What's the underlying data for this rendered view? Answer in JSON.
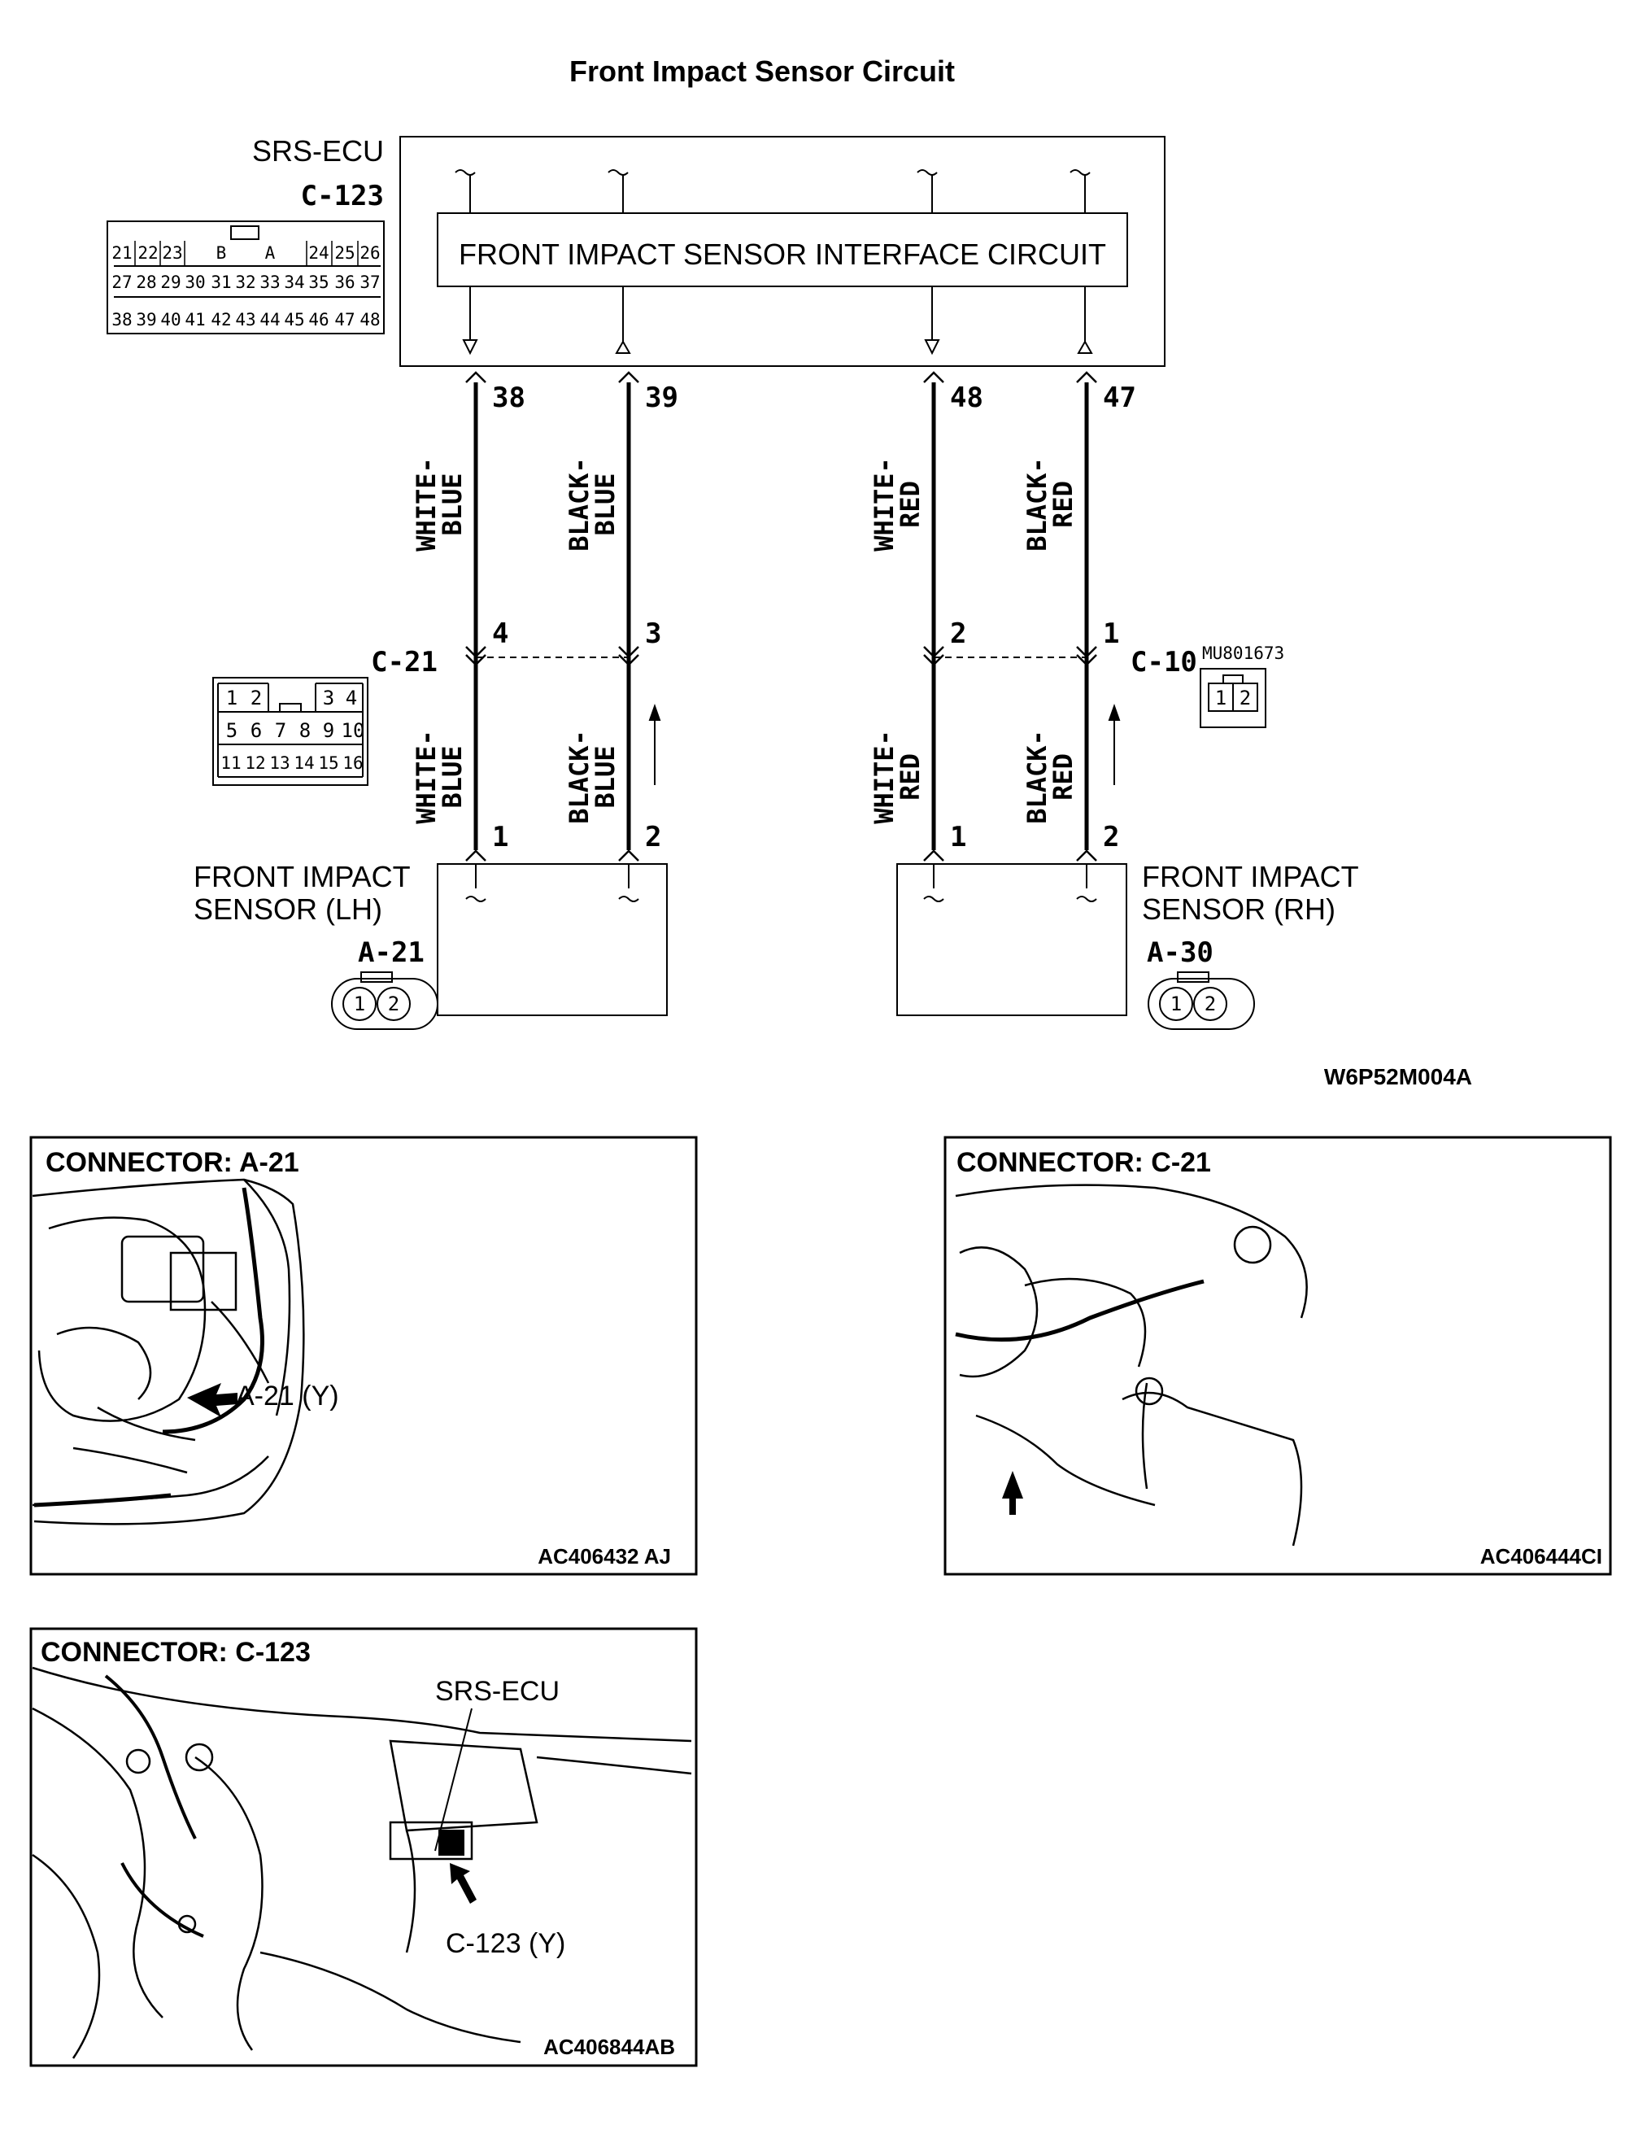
{
  "title": "Front Impact Sensor Circuit",
  "ecu": {
    "name": "SRS-ECU",
    "connector": "C-123",
    "interface_label": "FRONT IMPACT SENSOR INTERFACE CIRCUIT",
    "connector_cavities": {
      "row1": [
        "21",
        "22",
        "23",
        "B",
        "A",
        "24",
        "25",
        "26"
      ],
      "row2": [
        "27",
        "28",
        "29",
        "30",
        "31",
        "32",
        "33",
        "34",
        "35",
        "36",
        "37"
      ],
      "row3": [
        "38",
        "39",
        "40",
        "41",
        "42",
        "43",
        "44",
        "45",
        "46",
        "47",
        "48"
      ]
    }
  },
  "wires": [
    {
      "ecu_pin": "38",
      "color_upper": [
        "WHITE-",
        "BLUE"
      ],
      "junction_pin": "4",
      "color_lower": [
        "WHITE-",
        "BLUE"
      ],
      "sensor_pin": "1"
    },
    {
      "ecu_pin": "39",
      "color_upper": [
        "BLACK-",
        "BLUE"
      ],
      "junction_pin": "3",
      "color_lower": [
        "BLACK-",
        "BLUE"
      ],
      "sensor_pin": "2"
    },
    {
      "ecu_pin": "48",
      "color_upper": [
        "WHITE-",
        "RED"
      ],
      "junction_pin": "2",
      "color_lower": [
        "WHITE-",
        "RED"
      ],
      "sensor_pin": "1"
    },
    {
      "ecu_pin": "47",
      "color_upper": [
        "BLACK-",
        "RED"
      ],
      "junction_pin": "1",
      "color_lower": [
        "BLACK-",
        "RED"
      ],
      "sensor_pin": "2"
    }
  ],
  "junctions": {
    "left": {
      "name": "C-21",
      "cavities": [
        "1",
        "2",
        "3",
        "4",
        "5",
        "6",
        "7",
        "8",
        "9",
        "10",
        "11",
        "12",
        "13",
        "14",
        "15",
        "16"
      ]
    },
    "right": {
      "name": "C-10",
      "part_number": "MU801673",
      "cavities": [
        "1",
        "2"
      ]
    }
  },
  "sensors": {
    "left": {
      "name_line1": "FRONT IMPACT",
      "name_line2": "SENSOR (LH)",
      "connector": "A-21",
      "cavities": [
        "1",
        "2"
      ]
    },
    "right": {
      "name_line1": "FRONT IMPACT",
      "name_line2": "SENSOR (RH)",
      "connector": "A-30",
      "cavities": [
        "1",
        "2"
      ]
    }
  },
  "diagram_code": "W6P52M004A",
  "panels": [
    {
      "heading": "CONNECTOR: A-21",
      "callout": "A-21 (Y)",
      "figure_code": "AC406432 AJ"
    },
    {
      "heading": "CONNECTOR: C-21",
      "callout": "",
      "figure_code": "AC406444CI"
    },
    {
      "heading": "CONNECTOR: C-123",
      "callout": "C-123 (Y)",
      "callout2": "SRS-ECU",
      "figure_code": "AC406844AB"
    }
  ]
}
